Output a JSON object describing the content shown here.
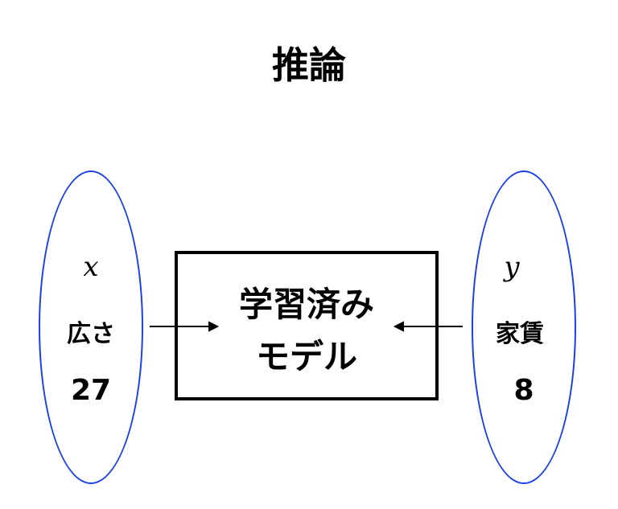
{
  "title": "推論",
  "input": {
    "symbol": "x",
    "label": "広さ",
    "value": "27"
  },
  "model": {
    "line1": "学習済み",
    "line2": "モデル"
  },
  "output": {
    "symbol": "y",
    "label": "家賃",
    "value": "8"
  },
  "colors": {
    "ellipse": "#1a3ee8"
  }
}
